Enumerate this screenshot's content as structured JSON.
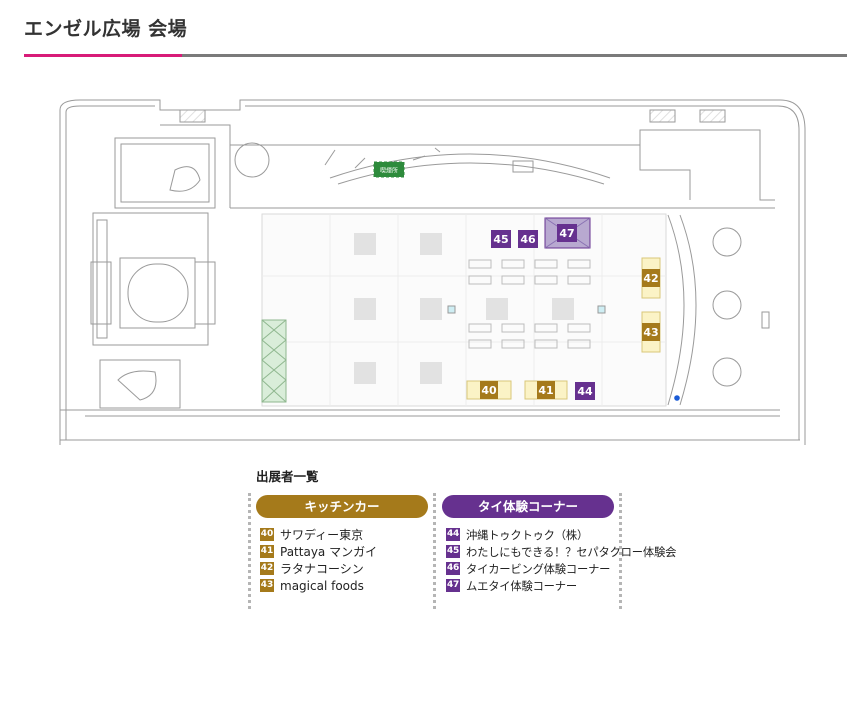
{
  "page": {
    "title": "エンゼル広場 会場"
  },
  "colors": {
    "accent": "#d81b78",
    "kitchen": "#a57a1b",
    "kitchen_booth_fill": "#fbf3c6",
    "thai": "#66318f",
    "thai_booth_fill": "#b8a9d0",
    "smoking_area": "#2e8b3c"
  },
  "map": {
    "smoking_area_label": "喫煙所",
    "booths": [
      {
        "num": "40",
        "category": "kitchen"
      },
      {
        "num": "41",
        "category": "kitchen"
      },
      {
        "num": "42",
        "category": "kitchen"
      },
      {
        "num": "43",
        "category": "kitchen"
      },
      {
        "num": "44",
        "category": "thai"
      },
      {
        "num": "45",
        "category": "thai"
      },
      {
        "num": "46",
        "category": "thai"
      },
      {
        "num": "47",
        "category": "thai"
      }
    ]
  },
  "exhibitors": {
    "heading": "出展者一覧",
    "categories": [
      {
        "name": "キッチンカー",
        "items": [
          {
            "num": "40",
            "name": "サワディー東京"
          },
          {
            "num": "41",
            "name": "Pattaya マンガイ"
          },
          {
            "num": "42",
            "name": "ラタナコーシン"
          },
          {
            "num": "43",
            "name": "magical foods"
          }
        ]
      },
      {
        "name": "タイ体験コーナー",
        "items": [
          {
            "num": "44",
            "name": "沖縄トゥクトゥク（株）"
          },
          {
            "num": "45",
            "name": "わたしにもできる！？セパタクロー体験会"
          },
          {
            "num": "46",
            "name": "タイカービング体験コーナー"
          },
          {
            "num": "47",
            "name": "ムエタイ体験コーナー"
          }
        ]
      }
    ]
  }
}
